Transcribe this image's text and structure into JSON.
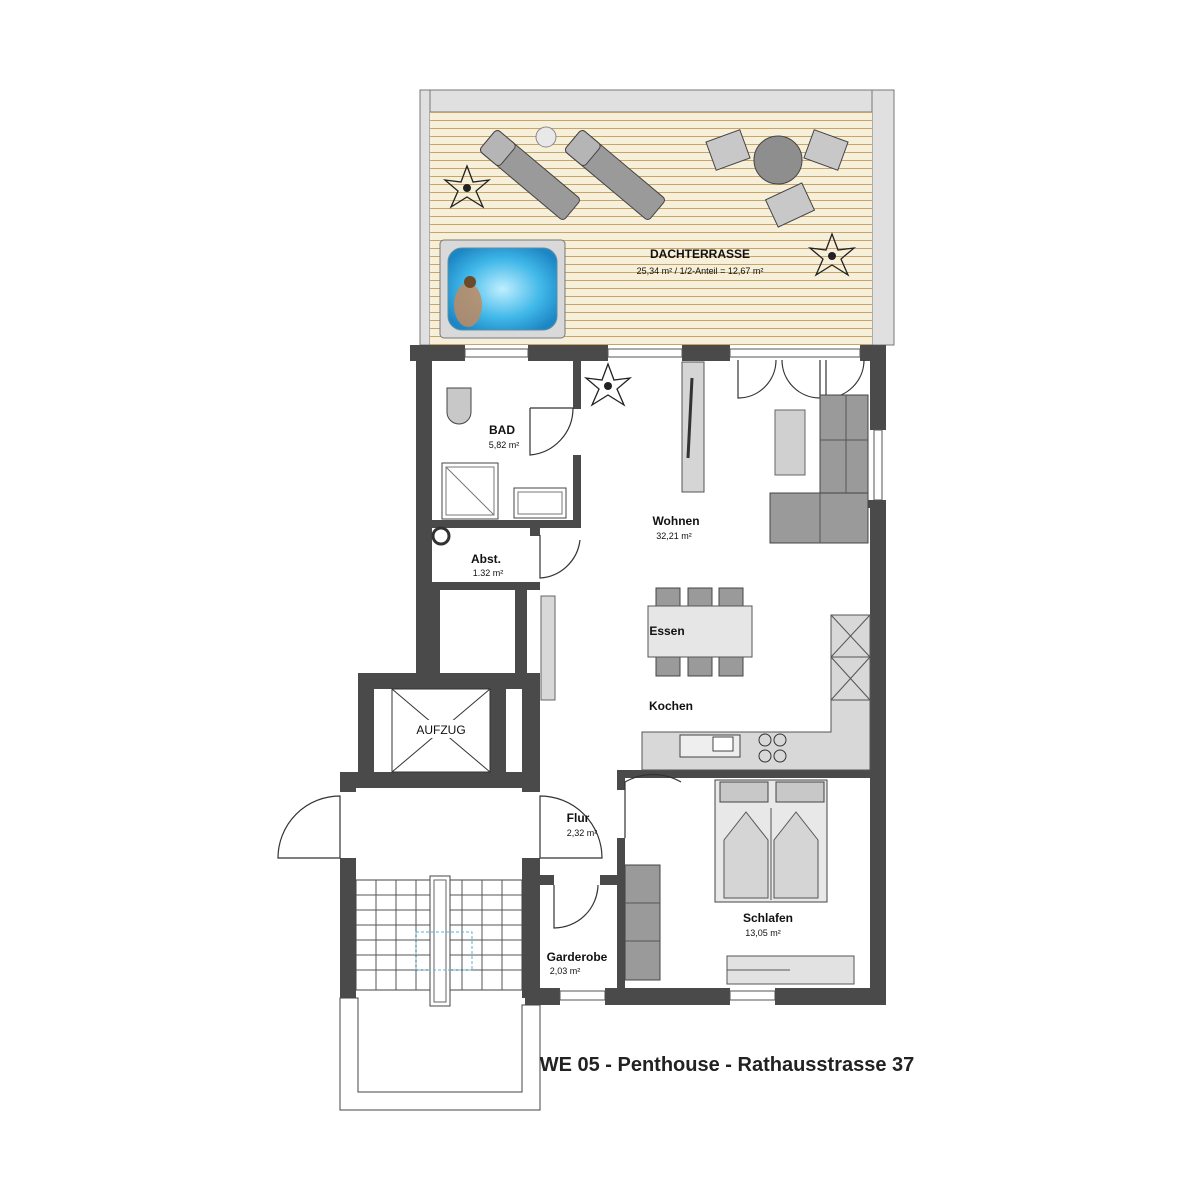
{
  "title": "WE 05 - Penthouse - Rathausstrasse 37",
  "rooms": {
    "dachterrasse": {
      "name": "DACHTERRASSE",
      "area": "25,34 m² / 1/2-Anteil = 12,67 m²"
    },
    "bad": {
      "name": "BAD",
      "area": "5,82 m²"
    },
    "abst": {
      "name": "Abst.",
      "area": "1.32 m²"
    },
    "wohnen": {
      "name": "Wohnen",
      "area": "32,21 m²"
    },
    "essen": {
      "name": "Essen"
    },
    "kochen": {
      "name": "Kochen"
    },
    "aufzug": {
      "name": "AUFZUG"
    },
    "flur": {
      "name": "Flur",
      "area": "2,32 m²"
    },
    "schlafen": {
      "name": "Schlafen",
      "area": "13,05 m²"
    },
    "garderobe": {
      "name": "Garderobe",
      "area": "2,03 m²"
    }
  },
  "colors": {
    "wall": "#4a4a4a",
    "deck": "#f6efd9",
    "deck_line": "#c9a46a",
    "pool_water": "#3fb7e8",
    "furniture": "#9a9a9a"
  }
}
